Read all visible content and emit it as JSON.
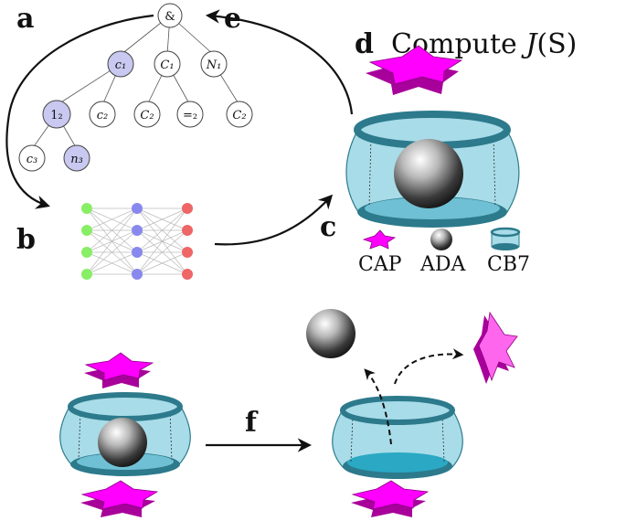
{
  "panels": {
    "a": "a",
    "b": "b",
    "c": "c",
    "d": "d",
    "e": "e",
    "f": "f"
  },
  "title": {
    "prefix": "Compute ",
    "func": "J",
    "arg": "(S)"
  },
  "legend": {
    "cap": "CAP",
    "ada": "ADA",
    "cb7": "CB7"
  },
  "tree": {
    "root": "&",
    "c1": "c₁",
    "C1": "C₁",
    "N1": "N₁",
    "one2": "1₂",
    "c2": "c₂",
    "C2a": "C₂",
    "eq2": "=₂",
    "C2b": "C₂",
    "c3": "c₃",
    "n3": "n₃"
  },
  "colors": {
    "star": "#ff00ff",
    "star_dark": "#a8009a",
    "cb7_body": "#a8dce8",
    "cb7_rim": "#2c7a8c",
    "cb7_floor": "#2aa8c4",
    "tree_highlight": "#c8c8f0",
    "nn_input": "#88ee66",
    "nn_hidden": "#8888ee",
    "nn_output": "#ee6666"
  }
}
